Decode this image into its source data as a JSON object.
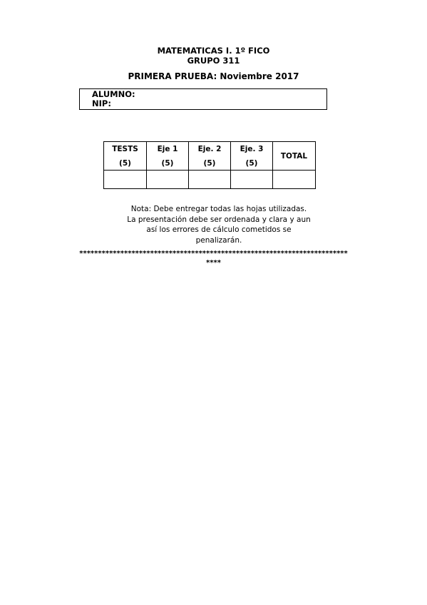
{
  "header": {
    "line1": "MATEMATICAS I. 1º FICO",
    "line2": "GRUPO 311",
    "line3": "PRIMERA PRUEBA: Noviembre 2017"
  },
  "student": {
    "name_label": "ALUMNO:",
    "nip_label": "NIP:"
  },
  "scores_table": {
    "columns": [
      {
        "label": "TESTS",
        "points": "(5)"
      },
      {
        "label": "Eje 1",
        "points": "(5)"
      },
      {
        "label": "Eje. 2",
        "points": "(5)"
      },
      {
        "label": "Eje. 3",
        "points": "(5)"
      },
      {
        "label": "TOTAL",
        "points": ""
      }
    ]
  },
  "note": {
    "line1": "Nota: Debe entregar todas las hojas utilizadas.",
    "line2": "La presentación debe ser ordenada y clara y aun",
    "line3": "así los errores de cálculo cometidos se",
    "line4": "penalizarán."
  },
  "separator": {
    "line1": "************************************************************************",
    "line2": "****"
  }
}
